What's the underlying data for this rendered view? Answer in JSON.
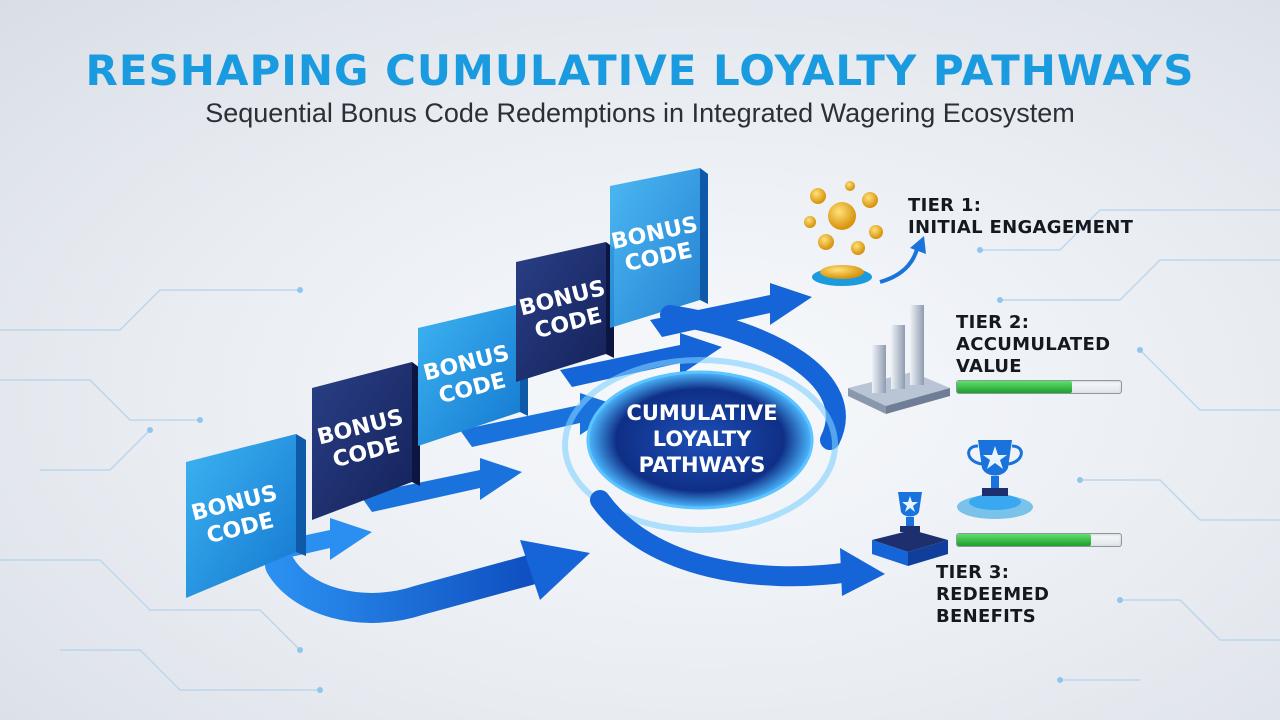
{
  "header": {
    "title": "RESHAPING CUMULATIVE LOYALTY PATHWAYS",
    "subtitle": "Sequential Bonus Code Redemptions in Integrated Wagering Ecosystem"
  },
  "blocks": [
    {
      "line1": "BONUS",
      "line2": "CODE"
    },
    {
      "line1": "BONUS",
      "line2": "CODE"
    },
    {
      "line1": "BONUS",
      "line2": "CODE"
    },
    {
      "line1": "BONUS",
      "line2": "CODE"
    },
    {
      "line1": "BONUS",
      "line2": "CODE"
    }
  ],
  "center": {
    "line1": "CUMULATIVE",
    "line2": "LOYALTY",
    "line3": "PATHWAYS"
  },
  "tiers": {
    "tier1": {
      "line1": "TIER 1:",
      "line2": "INITIAL ENGAGEMENT",
      "icon": "coins-icon"
    },
    "tier2": {
      "line1": "TIER 2:",
      "line2": "ACCUMULATED",
      "line3": "VALUE",
      "icon": "bar-chart-icon",
      "progress": 0.7
    },
    "tier3": {
      "line1": "TIER 3:",
      "line2": "REDEEMED",
      "line3": "BENEFITS",
      "icon": "trophy-icon",
      "progress": 0.82
    }
  },
  "colors": {
    "title": "#1a9be0",
    "light_blue": "#1f9ae6",
    "dark_navy": "#1d2f6e",
    "arrow_blue": "#1565d8",
    "progress_green": "#2bbf3e",
    "gold": "#f2b21b"
  }
}
